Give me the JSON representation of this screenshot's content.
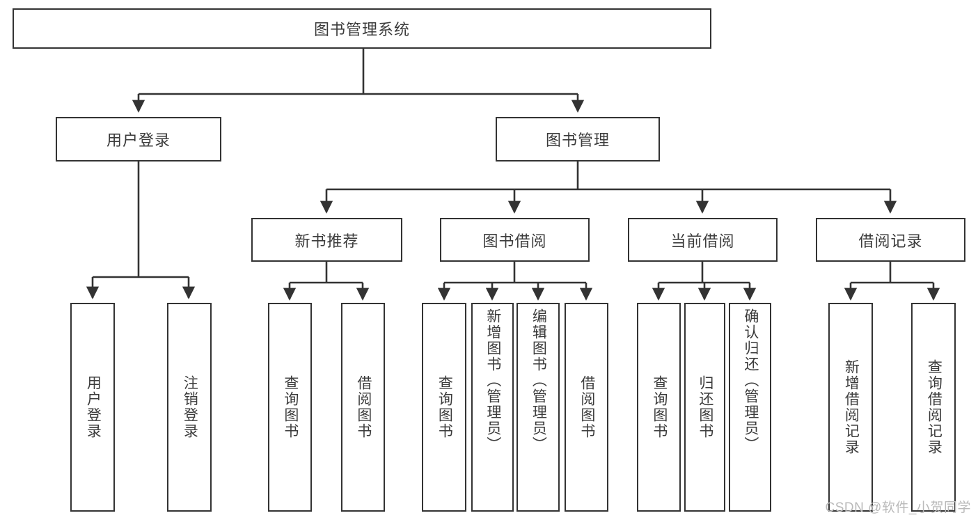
{
  "diagram": {
    "title": "图书管理系统",
    "watermark": "CSDN @软件_小贺同学",
    "stroke_color": "#333333",
    "text_color": "#3b3b3b",
    "background": "#ffffff",
    "nodes": {
      "root": {
        "label": "图书管理系统"
      },
      "level2": [
        {
          "id": "user-login",
          "label": "用户登录"
        },
        {
          "id": "book-manage",
          "label": "图书管理"
        }
      ],
      "level3": [
        {
          "id": "new-book-recommend",
          "label": "新书推荐"
        },
        {
          "id": "book-borrow",
          "label": "图书借阅"
        },
        {
          "id": "current-borrow",
          "label": "当前借阅"
        },
        {
          "id": "borrow-record",
          "label": "借阅记录"
        }
      ],
      "leaves": {
        "user_login": [
          {
            "id": "leaf-user-login",
            "label": "用户登录"
          },
          {
            "id": "leaf-logout-login",
            "label": "注销登录"
          }
        ],
        "new_book_recommend": [
          {
            "id": "leaf-query-book-1",
            "label": "查询图书"
          },
          {
            "id": "leaf-borrow-book-1",
            "label": "借阅图书"
          }
        ],
        "book_borrow": [
          {
            "id": "leaf-query-book-2",
            "label": "查询图书"
          },
          {
            "id": "leaf-add-book",
            "label": "新增图书（管理员）"
          },
          {
            "id": "leaf-edit-book",
            "label": "编辑图书（管理员）"
          },
          {
            "id": "leaf-borrow-book-2",
            "label": "借阅图书"
          }
        ],
        "current_borrow": [
          {
            "id": "leaf-query-book-3",
            "label": "查询图书"
          },
          {
            "id": "leaf-return-book",
            "label": "归还图书"
          },
          {
            "id": "leaf-confirm-return",
            "label": "确认归还（管理员）"
          }
        ],
        "borrow_record": [
          {
            "id": "leaf-add-record",
            "label": "新增借阅记录"
          },
          {
            "id": "leaf-query-record",
            "label": "查询借阅记录"
          }
        ]
      }
    }
  }
}
